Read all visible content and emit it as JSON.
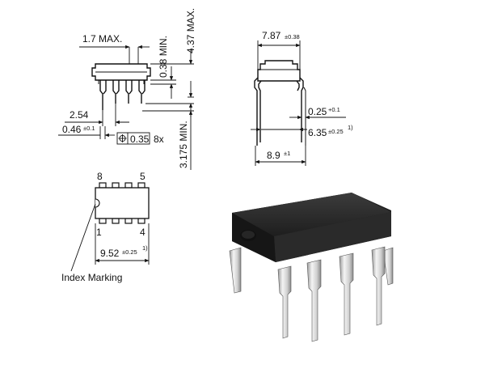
{
  "labels": {
    "dim_1_7": "1.7 MAX.",
    "dim_0_38": "0.38 MIN.",
    "dim_4_37": "4.37 MAX.",
    "dim_2_54": "2.54",
    "dim_0_46_main": "0.46",
    "dim_0_46_tol": "±0.1",
    "dim_0_35": "0.35",
    "dim_8x": "8x",
    "dim_3_175": "3.175 MIN.",
    "dim_7_87_main": "7.87",
    "dim_7_87_tol": "±0.38",
    "dim_0_25_main": "0.25",
    "dim_0_25_tol": "+0.1",
    "dim_6_35_main": "6.35",
    "dim_6_35_tol": "±0.25",
    "dim_6_35_note": "1)",
    "dim_8_9_main": "8.9",
    "dim_8_9_tol": "±1",
    "pin_8": "8",
    "pin_5": "5",
    "pin_1": "1",
    "pin_4": "4",
    "dim_9_52_main": "9.52",
    "dim_9_52_tol": "±0.25",
    "dim_9_52_note": "1)",
    "index_marking": "Index Marking"
  },
  "colors": {
    "line": "#111111",
    "chip_body": "#2b2b2b",
    "chip_top": "#3a3a3a",
    "pin_metal": "#d8d8d8"
  }
}
